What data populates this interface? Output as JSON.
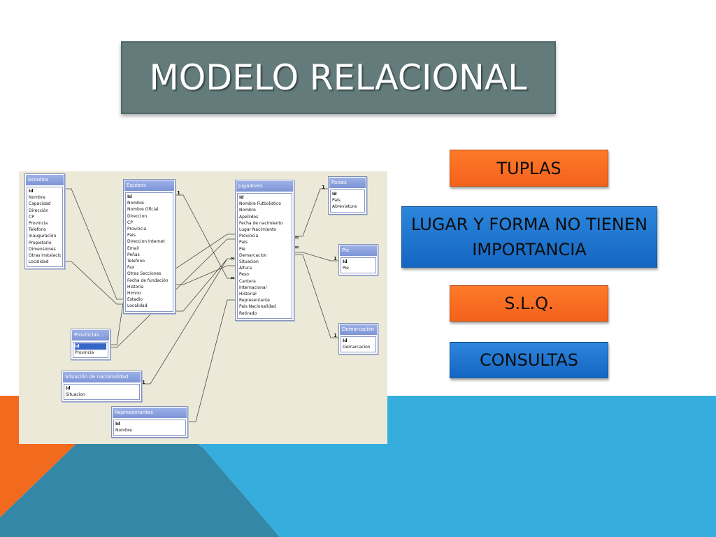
{
  "slide": {
    "title": "MODELO RELACIONAL",
    "buttons": [
      {
        "label": "TUPLAS",
        "color": "#f3621b"
      },
      {
        "label": "LUGAR Y FORMA NO TIENEN IMPORTANCIA",
        "color": "#1466c2"
      },
      {
        "label": "S.L.Q.",
        "color": "#f3621b"
      },
      {
        "label": "CONSULTAS",
        "color": "#1466c2"
      }
    ],
    "colors": {
      "title_bg": "#637b7b",
      "accent_orange": "#f26a1e",
      "accent_blue": "#36aedd",
      "accent_teal": "#3587a8"
    }
  },
  "diagram": {
    "tables": [
      {
        "name": "Estadios",
        "fields": [
          "Id",
          "Nombre",
          "Capacidad",
          "Dirección",
          "CP",
          "Provincia",
          "Telefono",
          "Inauguración",
          "Propietario",
          "Dimensiones",
          "Otras instalaciones",
          "Localidad"
        ]
      },
      {
        "name": "Equipos",
        "fields": [
          "Id",
          "Nombre",
          "Nombre Oficial",
          "Direccion",
          "CP",
          "Provincia",
          "Pais",
          "Direccion Internet",
          "Email",
          "Peñas",
          "Telefono",
          "Fax",
          "Otras Secciones",
          "Fecha de fundación",
          "Historia",
          "Himno",
          "Estadio",
          "Localidad"
        ]
      },
      {
        "name": "Jugadores",
        "fields": [
          "Id",
          "Nombre Futbolistico",
          "Nombre",
          "Apellidos",
          "Fecha de nacimiento",
          "Lugar Nacimiento",
          "Provincia",
          "Pais",
          "Pie",
          "Demarcacion",
          "Situacion",
          "Altura",
          "Peso",
          "Cantera",
          "Internacional",
          "Historial",
          "Representante",
          "Pais Nacionalidad",
          "Retirado"
        ]
      },
      {
        "name": "Paises",
        "fields": [
          "Id",
          "Pais",
          "Abreviatura"
        ]
      },
      {
        "name": "Pie",
        "fields": [
          "Id",
          "Pie"
        ]
      },
      {
        "name": "Demarcación",
        "fields": [
          "Id",
          "Demarcacion"
        ]
      },
      {
        "name": "Provincias...",
        "fields": [
          "Id",
          "Provincia"
        ]
      },
      {
        "name": "Situación de nacionalidad",
        "fields": [
          "Id",
          "Situacion"
        ]
      },
      {
        "name": "Representantes",
        "fields": [
          "Id",
          "Nombre"
        ]
      }
    ],
    "cardinality_one": "1",
    "cardinality_many": "∞"
  }
}
